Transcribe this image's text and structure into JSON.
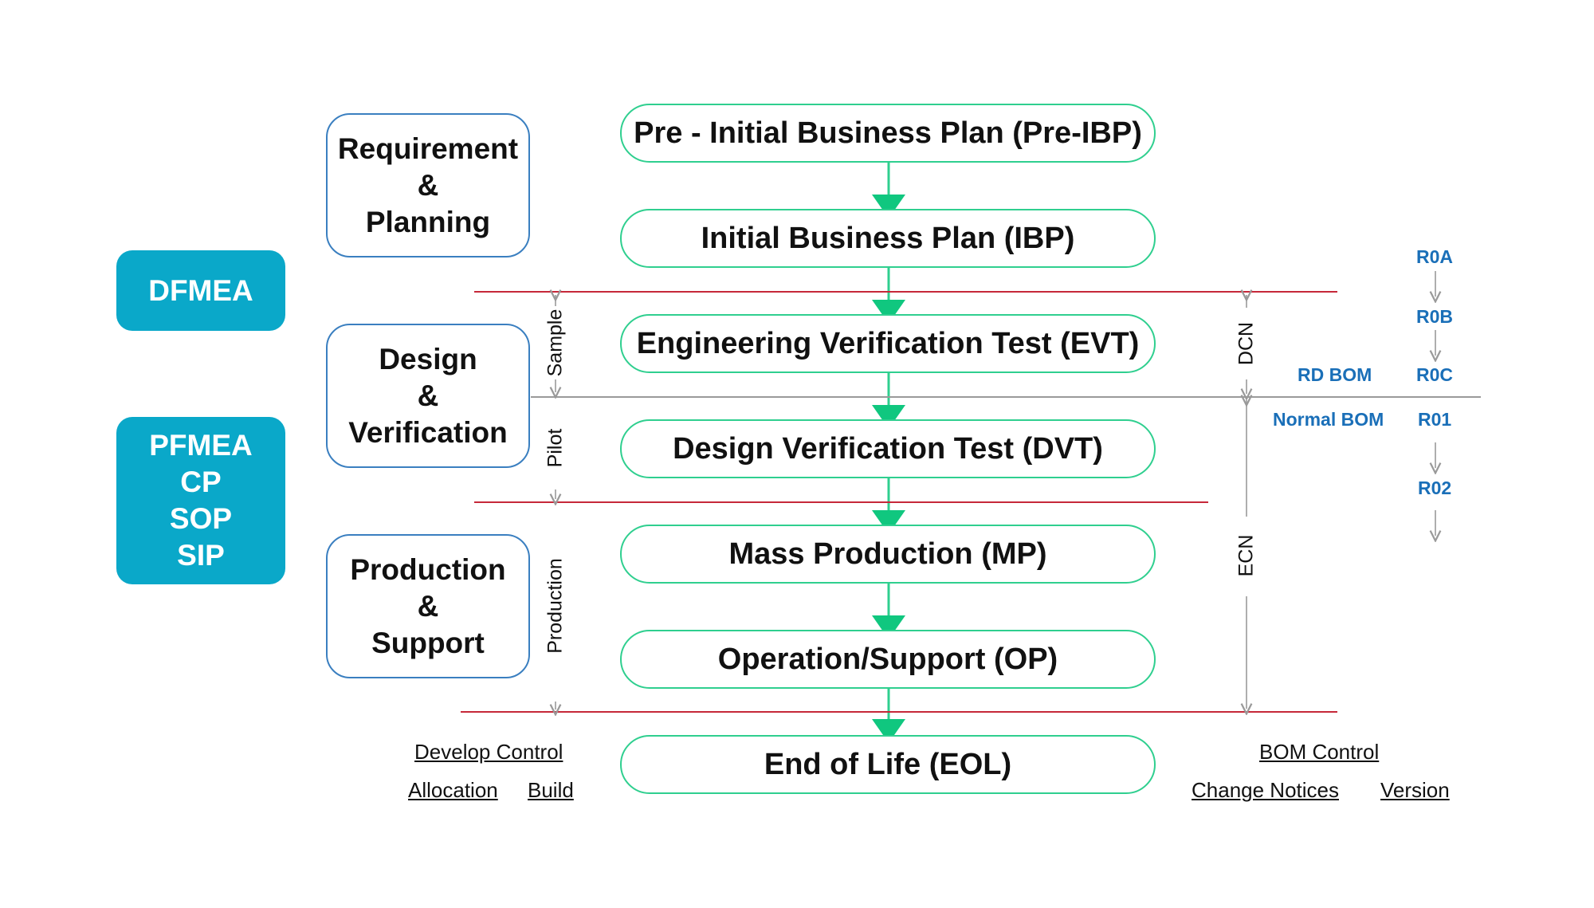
{
  "stages": [
    "Pre - Initial Business Plan (Pre-IBP)",
    "Initial Business Plan (IBP)",
    "Engineering Verification Test (EVT)",
    "Design Verification Test (DVT)",
    "Mass Production (MP)",
    "Operation/Support (OP)",
    "End of Life (EOL)"
  ],
  "phases": [
    "Requirement\n&\nPlanning",
    "Design\n&\nVerification",
    "Production\n&\nSupport"
  ],
  "badges": [
    "DFMEA",
    "PFMEA\nCP\nSOP\nSIP"
  ],
  "build_labels": [
    "Sample",
    "Pilot",
    "Production"
  ],
  "change_labels": [
    "DCN",
    "ECN"
  ],
  "bom": {
    "rd": "RD BOM",
    "normal": "Normal BOM"
  },
  "revisions": [
    "R0A",
    "R0B",
    "R0C",
    "R01",
    "R02"
  ],
  "footer_left": {
    "title": "Develop Control",
    "items": [
      "Allocation",
      "Build"
    ]
  },
  "footer_right": {
    "title": "BOM Control",
    "items": [
      "Change Notices",
      "Version"
    ]
  },
  "colors": {
    "stage_border": "#2fcf8f",
    "arrow": "#10c77f",
    "phase_border": "#3a7fc0",
    "badge": "#0aa8c9",
    "divider_red": "#c62839",
    "divider_gray": "#9a9a9a",
    "revision_text": "#1a6fb8"
  }
}
